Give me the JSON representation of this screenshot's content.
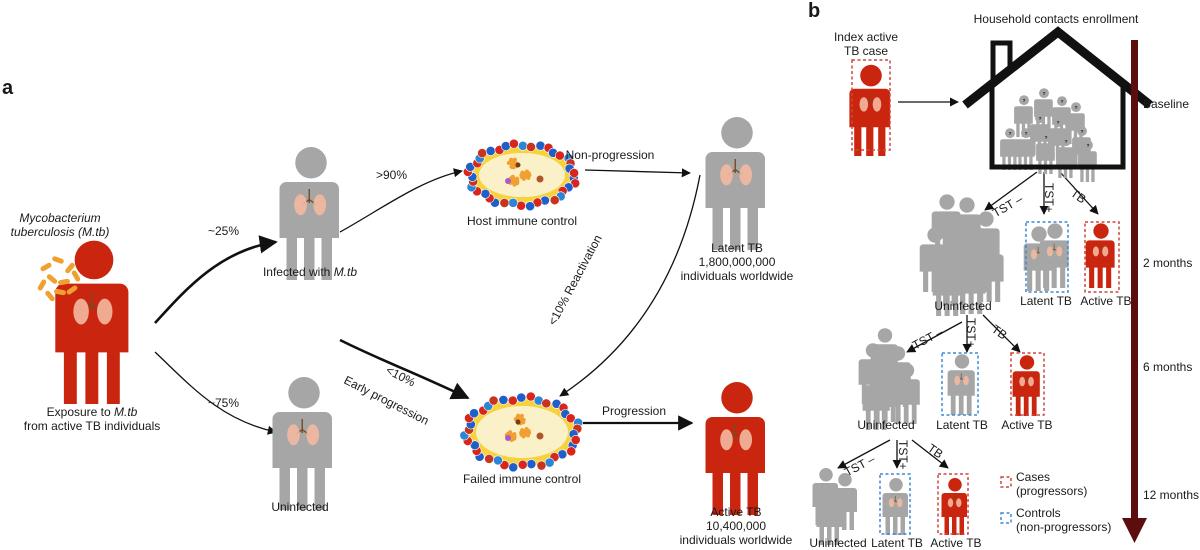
{
  "panel_a": {
    "letter": "a",
    "bacteria_label_line1": "Mycobacterium",
    "bacteria_label_line2": "tuberculosis (M.tb)",
    "exposure_prefix": "Exposure to ",
    "exposure_italic": "M.tb",
    "exposure_line2": "from active TB individuals",
    "pct_infected": "~25%",
    "pct_uninfected": "~75%",
    "infected_prefix": "Infected with ",
    "infected_italic": "M.tb",
    "uninfected": "Uninfected",
    "pct_control": ">90%",
    "host_control": "Host immune control",
    "non_progression": "Non-progression",
    "latent_title": "Latent TB",
    "latent_count": "1,800,000,000",
    "latent_suffix": "individuals worldwide",
    "reactivation": "<10% Reactivation",
    "early_pct": "<10%",
    "early_text": "Early progression",
    "failed_control": "Failed immune control",
    "progression": "Progression",
    "active_title": "Active TB",
    "active_count": "10,400,000",
    "active_suffix": "individuals worldwide"
  },
  "panel_b": {
    "letter": "b",
    "index_line1": "Index active",
    "index_line2": "TB case",
    "household": "Household contacts enrollment",
    "tst_neg": "TST –",
    "tst_pos": "TST+",
    "tb": "TB",
    "uninfected": "Uninfected",
    "latent": "Latent TB",
    "active": "Active TB",
    "timepoints": [
      "Baseline",
      "2 months",
      "6 months",
      "12 months"
    ],
    "legend_cases_1": "Cases",
    "legend_cases_2": "(progressors)",
    "legend_controls_1": "Controls",
    "legend_controls_2": "(non-progressors)"
  },
  "colors": {
    "grey_person": "#a6a6a6",
    "red_person": "#c9250f",
    "bacteria": "#f0a030",
    "timeline": "#5c0d0d",
    "case_box": "#d0473a",
    "control_box": "#3d8ad6"
  },
  "icons": [
    "person-icon",
    "lungs-icon",
    "bacteria-icon",
    "granuloma-icon",
    "house-icon",
    "arrow-icon",
    "timeline-arrow-icon"
  ]
}
